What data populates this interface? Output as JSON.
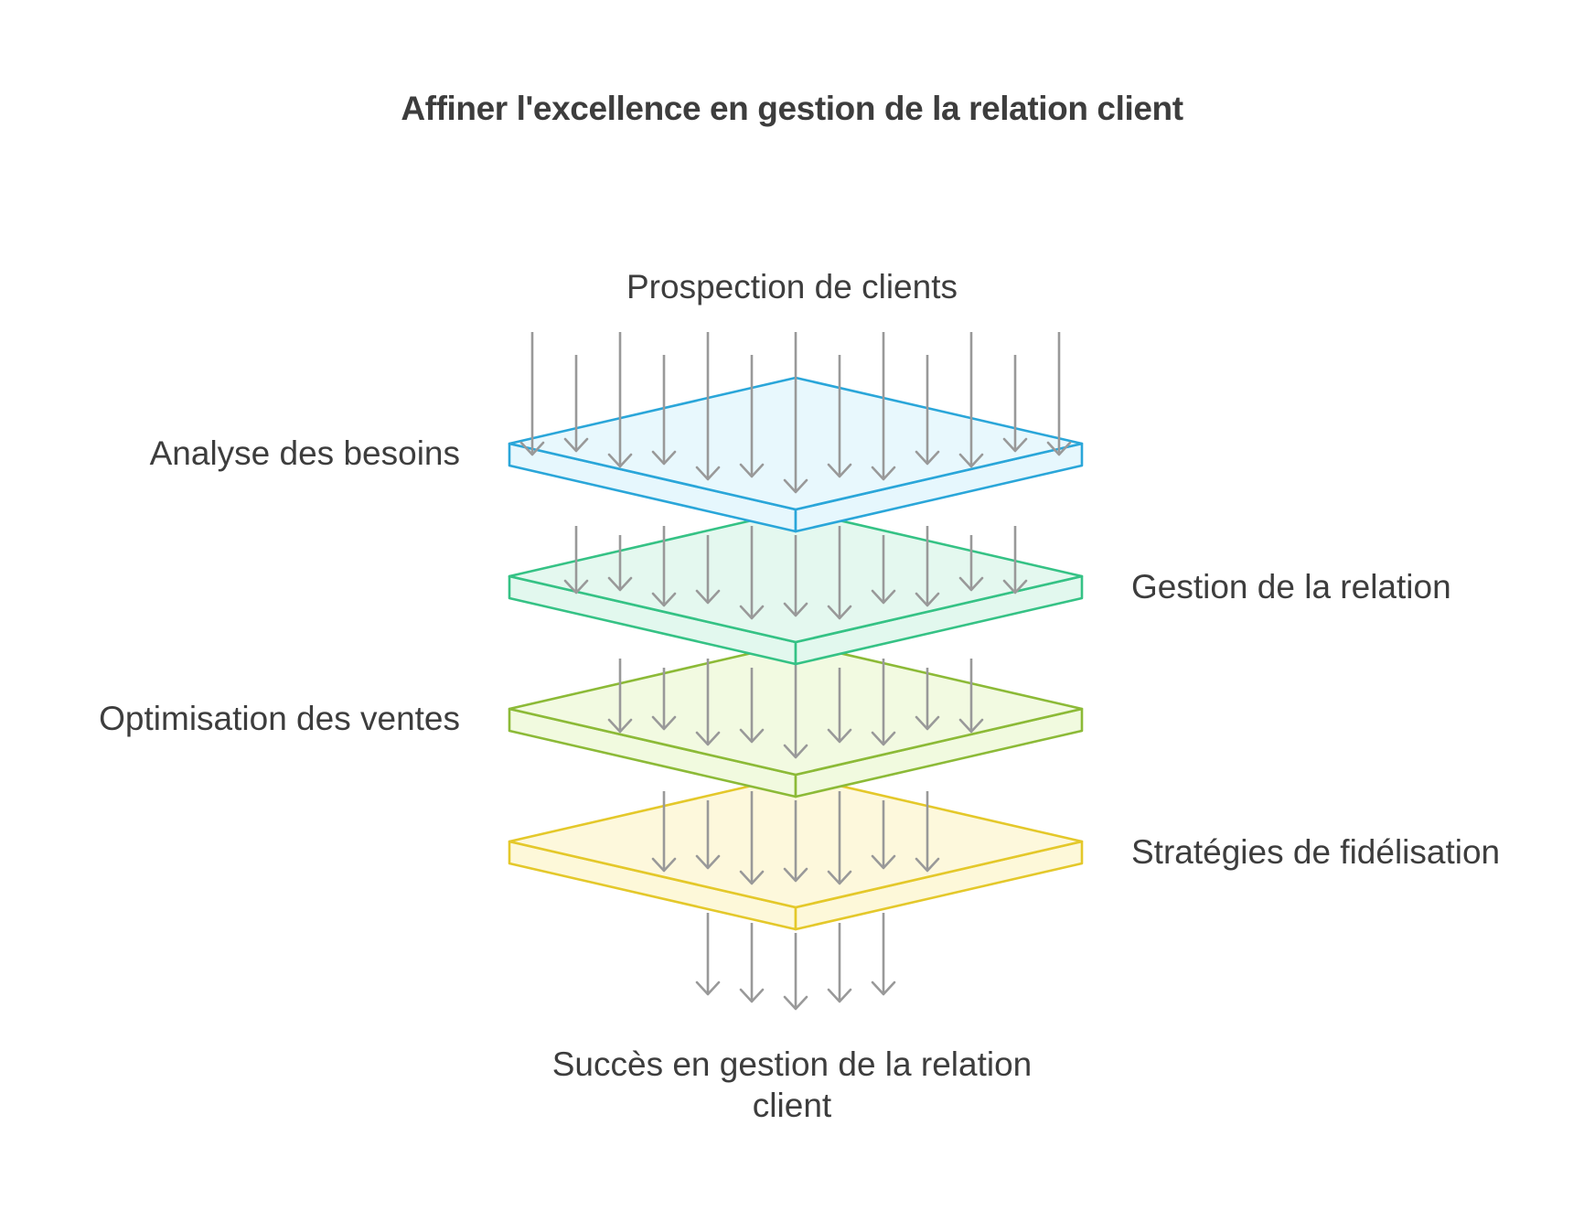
{
  "title": "Affiner l'excellence en gestion de la relation client",
  "input_label": "Prospection de clients",
  "output_label": "Succès en gestion de la relation client",
  "layers": [
    {
      "label": "Analyse des besoins",
      "side": "left",
      "stroke": "#2aa6d9",
      "fill": "#e6f7fd",
      "arrows_in": 13
    },
    {
      "label": "Gestion de la relation",
      "side": "right",
      "stroke": "#35c285",
      "fill": "#e2f8ee",
      "arrows_in": 11
    },
    {
      "label": "Optimisation des ventes",
      "side": "left",
      "stroke": "#8cba37",
      "fill": "#f1fadf",
      "arrows_in": 9
    },
    {
      "label": "Stratégies de fidélisation",
      "side": "right",
      "stroke": "#e4c82a",
      "fill": "#fdf8d9",
      "arrows_in": 7
    }
  ],
  "arrows_out": 5,
  "arrow_color": "#999999"
}
